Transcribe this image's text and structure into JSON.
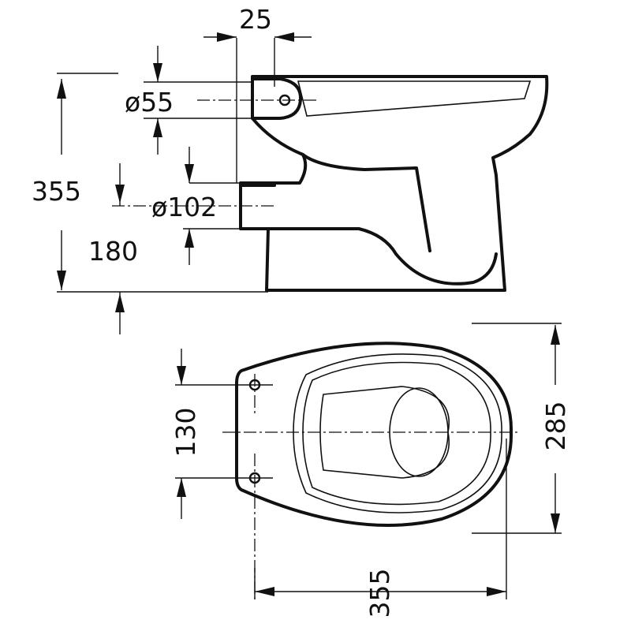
{
  "dimensions": {
    "inlet_offset": "25",
    "inlet_diameter": "ø55",
    "total_height": "355",
    "outlet_diameter": "ø102",
    "outlet_height": "180",
    "bolt_spacing": "130",
    "bowl_width": "285",
    "bowl_length": "355"
  },
  "colors": {
    "line": "#111111",
    "background": "#ffffff"
  }
}
